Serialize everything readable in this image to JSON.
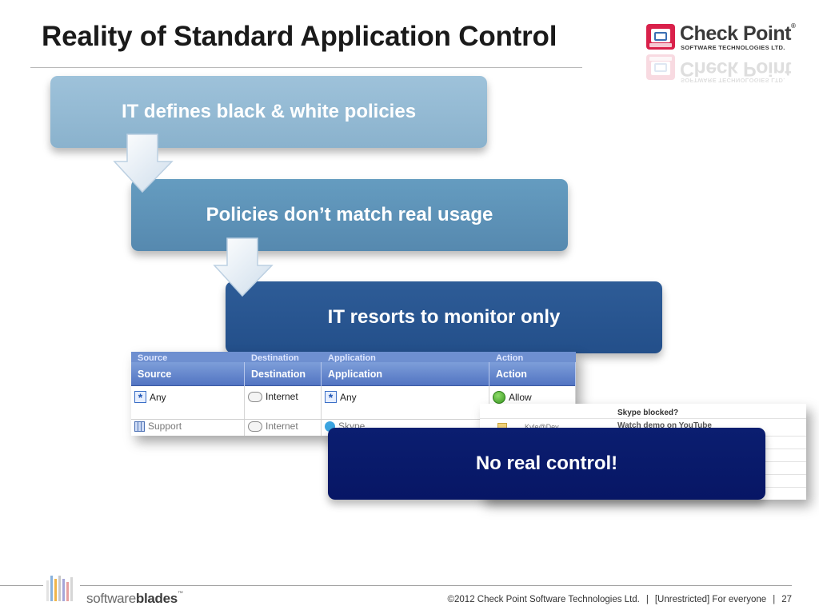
{
  "slide": {
    "title": "Reality of Standard Application Control",
    "page_number": "27"
  },
  "logo": {
    "name": "Check Point",
    "trademark": "®",
    "tagline": "SOFTWARE TECHNOLOGIES LTD."
  },
  "flow": [
    {
      "label": "IT defines black & white policies",
      "color": "#8fb6d1"
    },
    {
      "label": "Policies don’t match real usage",
      "color": "#5b8fb4"
    },
    {
      "label": "IT resorts to monitor only",
      "color": "#28548f"
    },
    {
      "label": "No real control!",
      "color": "#091a6b"
    }
  ],
  "policy_table": {
    "columns": [
      "Source",
      "Destination",
      "Application",
      "Action"
    ],
    "rows": [
      {
        "source": "Any",
        "destination": "Internet",
        "application": "Any",
        "action": "Allow"
      },
      {
        "source": "Support",
        "destination": "Internet",
        "application": "Skype",
        "action": ""
      }
    ]
  },
  "skype_panel": {
    "question": "Skype blocked?",
    "link": "Watch demo on YouTube",
    "user": "Kyle@Dev"
  },
  "footer": {
    "brand_light": "software",
    "brand_bold": "blades",
    "brand_tm": "™",
    "copyright": "©2012 Check Point Software Technologies Ltd.",
    "separator": "|",
    "classification": "[Unrestricted] For everyone"
  }
}
